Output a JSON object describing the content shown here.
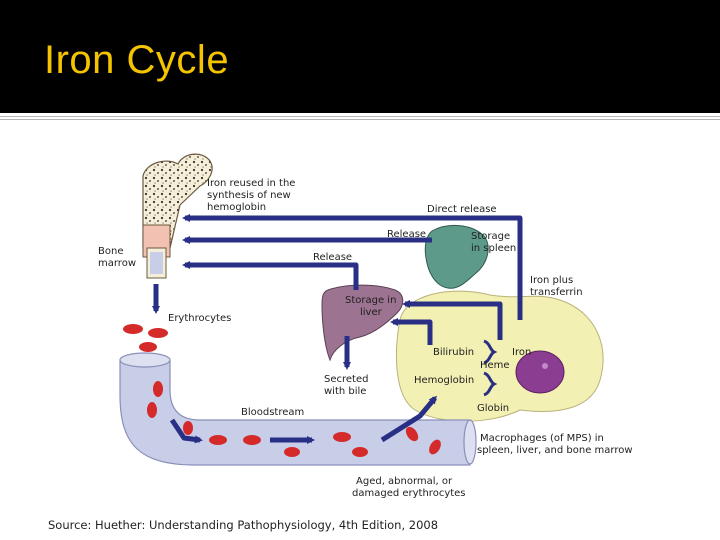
{
  "slide": {
    "title": "Iron Cycle",
    "source": "Source: Huether: Understanding Pathophysiology, 4th Edition, 2008"
  },
  "diagram": {
    "labels": {
      "iron_reused_1": "Iron reused in the",
      "iron_reused_2": "synthesis of new",
      "iron_reused_3": "hemoglobin",
      "bone_marrow_1": "Bone",
      "bone_marrow_2": "marrow",
      "direct_release": "Direct release",
      "release_1": "Release",
      "storage_spleen_1": "Storage",
      "storage_spleen_2": "in spleen",
      "release_2": "Release",
      "iron_plus_1": "Iron plus",
      "iron_plus_2": "transferrin",
      "storage_liver_1": "Storage in",
      "storage_liver_2": "liver",
      "erythrocytes": "Erythrocytes",
      "bilirubin": "Bilirubin",
      "iron": "Iron",
      "heme": "Heme",
      "hemoglobin": "Hemoglobin",
      "secreted_1": "Secreted",
      "secreted_2": "with bile",
      "globin": "Globin",
      "bloodstream": "Bloodstream",
      "macrophages_1": "Macrophages (of MPS) in",
      "macrophages_2": "spleen, liver, and bone marrow",
      "aged_1": "Aged, abnormal, or",
      "aged_2": "damaged erythrocytes"
    },
    "colors": {
      "arrow": "#2a2f86",
      "rbc": "#d42a2a",
      "vessel": "#c8cde8",
      "spleen": "#5d9a8a",
      "liver": "#9c7390",
      "macrophage": "#f3f0b4",
      "nucleus": "#8a3d91",
      "bone": "#f4efd9",
      "marrow": "#f3c1b1"
    },
    "icons": [
      "femur-bone",
      "spleen-organ",
      "liver-organ",
      "macrophage-cell",
      "red-blood-cell",
      "blood-vessel"
    ]
  }
}
